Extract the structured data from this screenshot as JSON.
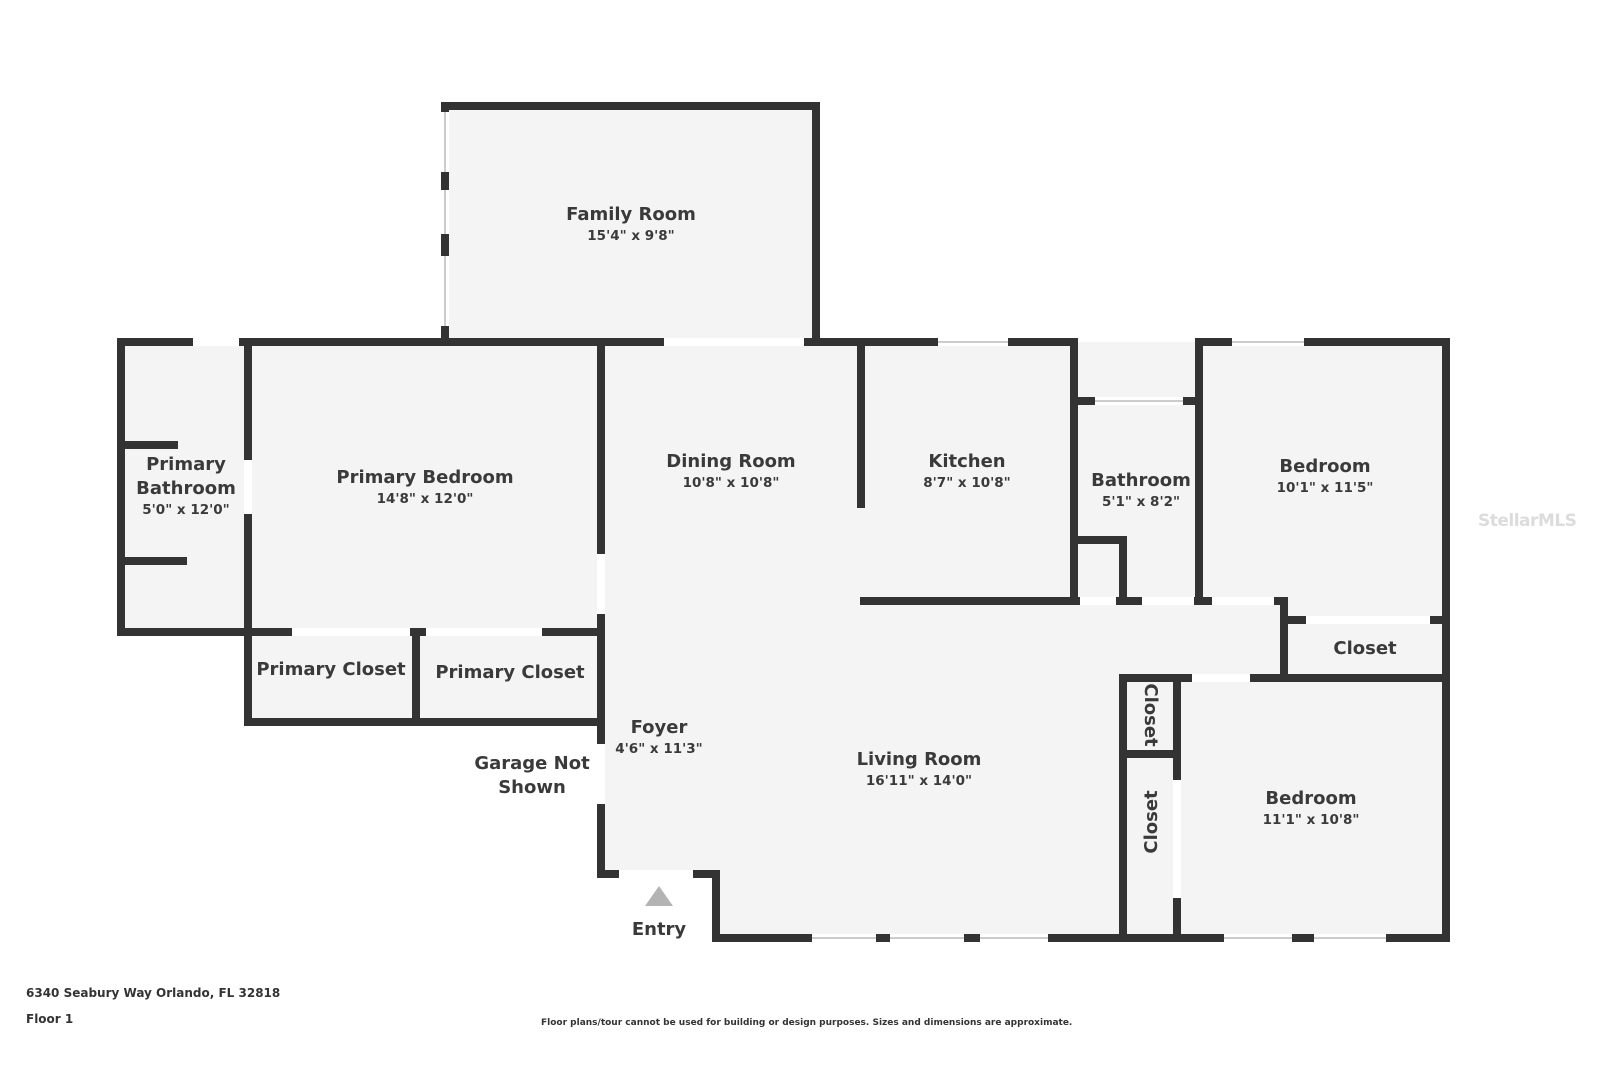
{
  "rooms": {
    "family_room": {
      "name": "Family Room",
      "dims": "15'4\" x 9'8\""
    },
    "primary_bathroom": {
      "name_line1": "Primary",
      "name_line2": "Bathroom",
      "dims": "5'0\" x 12'0\""
    },
    "primary_bedroom": {
      "name": "Primary Bedroom",
      "dims": "14'8\" x 12'0\""
    },
    "dining_room": {
      "name": "Dining Room",
      "dims": "10'8\" x 10'8\""
    },
    "kitchen": {
      "name": "Kitchen",
      "dims": "8'7\" x 10'8\""
    },
    "bathroom": {
      "name": "Bathroom",
      "dims": "5'1\" x 8'2\""
    },
    "bedroom_upper": {
      "name": "Bedroom",
      "dims": "10'1\" x 11'5\""
    },
    "bedroom_lower": {
      "name": "Bedroom",
      "dims": "11'1\" x 10'8\""
    },
    "living_room": {
      "name": "Living Room",
      "dims": "16'11\" x 14'0\""
    },
    "foyer": {
      "name": "Foyer",
      "dims": "4'6\" x 11'3\""
    },
    "primary_closet_1": {
      "name": "Primary Closet"
    },
    "primary_closet_2": {
      "name": "Primary Closet"
    },
    "closet_right": {
      "name": "Closet"
    },
    "closet_vertical_1": {
      "name": "Closet"
    },
    "closet_vertical_2": {
      "name": "Closet"
    }
  },
  "labels": {
    "garage_line1": "Garage Not",
    "garage_line2": "Shown",
    "entry": "Entry"
  },
  "footer": {
    "address": "6340 Seabury Way Orlando, FL 32818",
    "floor": "Floor 1",
    "disclaimer": "Floor plans/tour cannot be used for building or design purposes. Sizes and dimensions are approximate."
  },
  "watermark": "StellarMLS",
  "colors": {
    "wall": "#333333",
    "floor": "#f4f4f4",
    "window": "#ffffff",
    "text": "#3a3a3a"
  }
}
